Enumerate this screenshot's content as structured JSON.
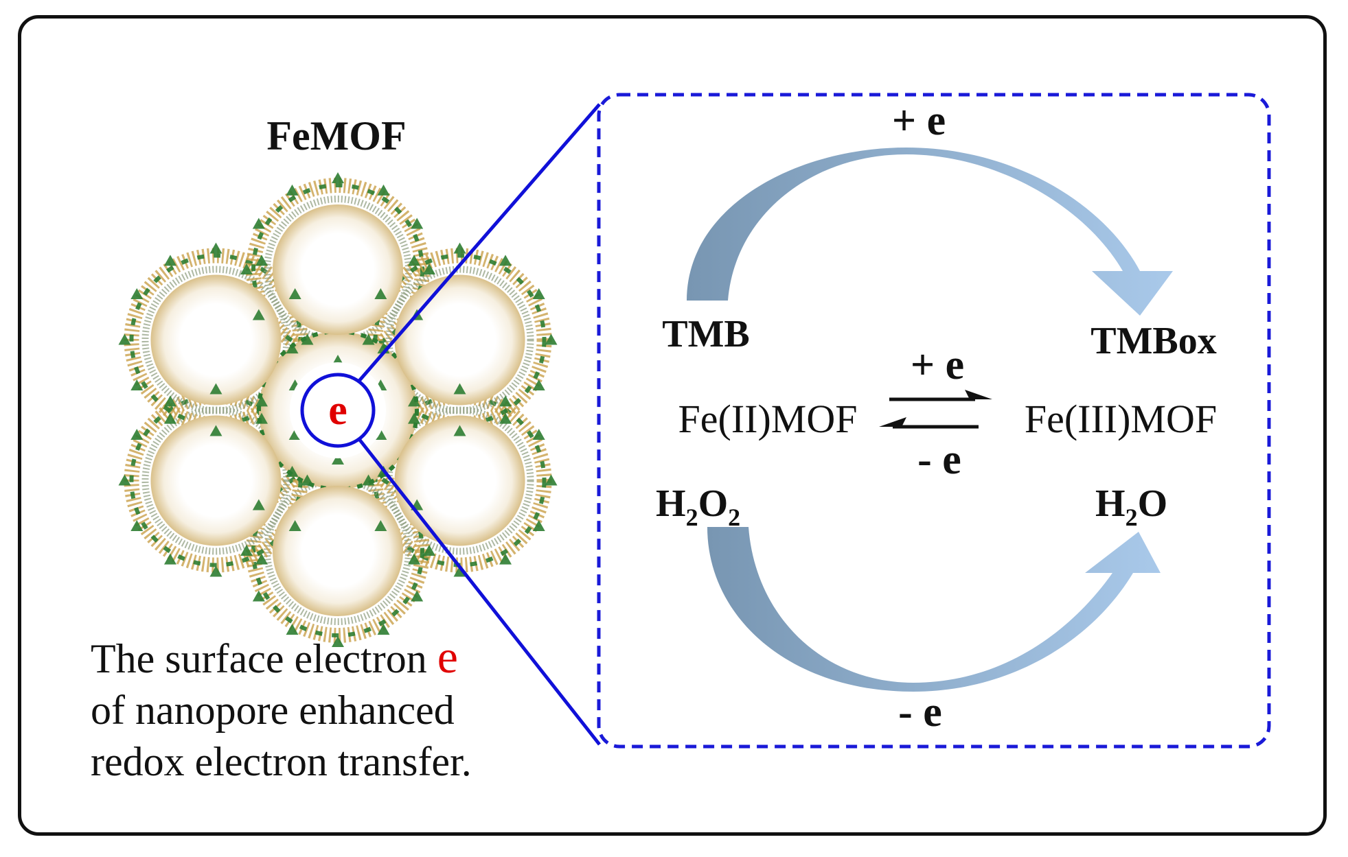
{
  "left_panel": {
    "title": "FeMOF",
    "electron_marker": "e",
    "caption": {
      "line1_prefix": "The surface electron ",
      "line1_highlight": "e",
      "line2": "of nanopore enhanced",
      "line3": "redox electron transfer."
    }
  },
  "cycle": {
    "top_label": "+ e",
    "bottom_label": "- e",
    "tmb": "TMB",
    "tmbox": "TMBox",
    "h2o2_base": "H",
    "h2o2_sub1": "2",
    "h2o2_mid": "O",
    "h2o2_sub2": "2",
    "h2o_base": "H",
    "h2o_sub": "2",
    "h2o_tail": "O",
    "fe2": "Fe(II)MOF",
    "fe3": "Fe(III)MOF",
    "eq_top": "+ e",
    "eq_bottom": "- e"
  },
  "colors": {
    "zoom_line": "#1010d8",
    "dashed_box": "#1a1ad8",
    "electron_red": "#e00000",
    "arrow_dark": "#7f9db8",
    "arrow_light": "#a6c6e6",
    "mof_green": "#2e7d32",
    "mof_tan": "#c9a04a"
  }
}
